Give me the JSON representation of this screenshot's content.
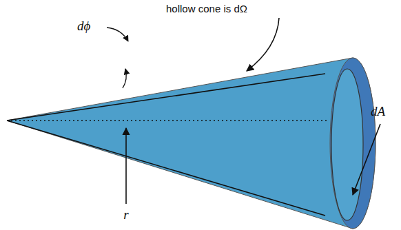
{
  "diagram": {
    "labels": [
      "hollow cone is dΩ",
      "dϕ",
      "dA",
      "r"
    ]
  }
}
